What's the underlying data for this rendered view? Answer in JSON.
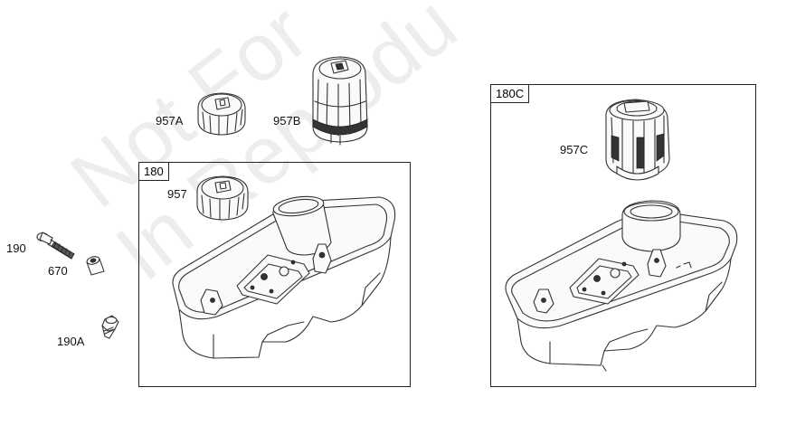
{
  "watermark": {
    "line1": "Not For",
    "line2": "In Reprodu"
  },
  "labels": {
    "p190": "190",
    "p670": "670",
    "p190A": "190A",
    "p957A": "957A",
    "p957B": "957B",
    "p957": "957",
    "p957C": "957C"
  },
  "boxes": {
    "box180": "180",
    "box180C": "180C"
  }
}
